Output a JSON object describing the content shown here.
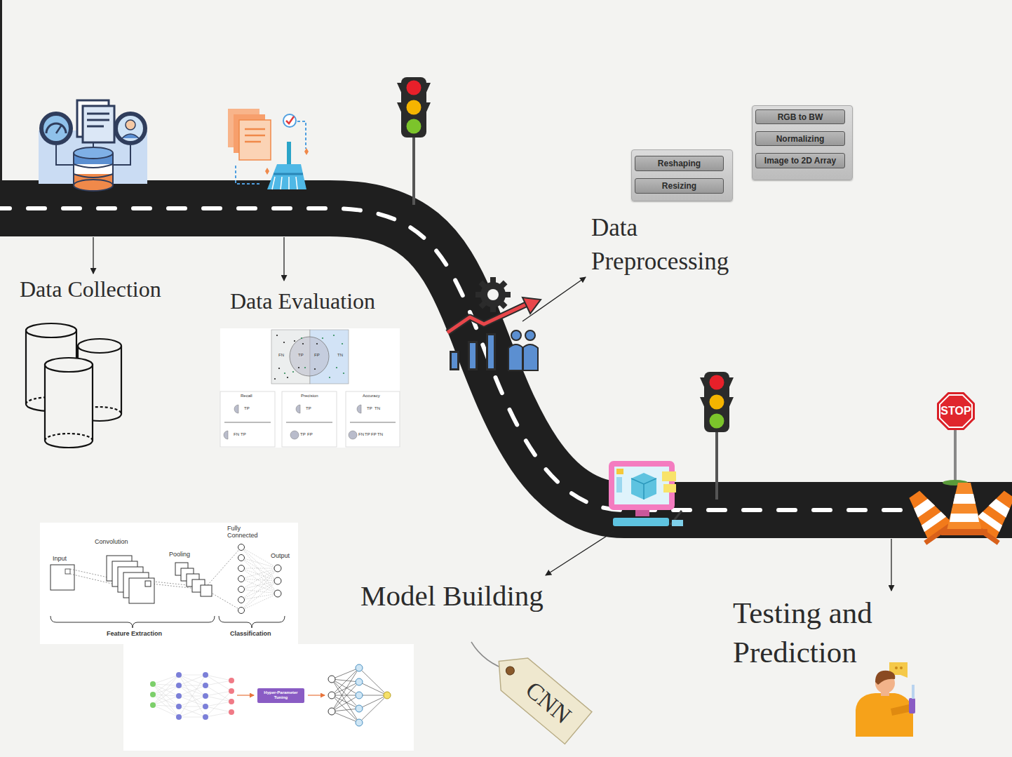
{
  "diagram": {
    "nodes": [
      {
        "text": [
          "RGB to BW"
        ]
      },
      {
        "text": [
          "Normalizing"
        ]
      },
      {
        "text": [
          "Image to 2D Array"
        ]
      },
      {
        "text": [
          "Reshaping"
        ]
      },
      {
        "text": [
          "Resizing"
        ]
      },
      {
        "text": [
          "STOP"
        ]
      },
      {
        "text": [
          "CNN"
        ]
      },
      {
        "text": [
          "Hyper-Parameter Tuning"
        ]
      }
    ],
    "labels": [
      "Data Collection",
      "Data Evaluation",
      "Data Preprocessing",
      "Model Building",
      "Testing and Prediction",
      "FN",
      "TP",
      "FP",
      "TN",
      "Recall",
      "Precision",
      "Accuracy",
      "TP",
      "FN",
      "TP",
      "TP",
      "TP",
      "FP",
      "TP",
      "TN",
      "FN",
      "TP",
      "FP",
      "TN",
      "Input",
      "Convolution",
      "Pooling",
      "Fully Connected",
      "Output",
      "Feature Extraction",
      "Classification"
    ]
  }
}
